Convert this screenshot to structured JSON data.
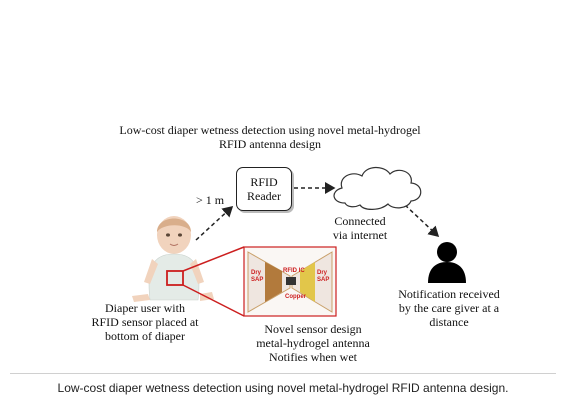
{
  "title": {
    "line1": "Low-cost diaper wetness detection using novel metal-hydrogel",
    "line2": "RFID antenna design"
  },
  "distance_label": "> 1 m",
  "reader": {
    "line1": "RFID",
    "line2": "Reader"
  },
  "connected": {
    "line1": "Connected",
    "line2": "via internet"
  },
  "user_text": {
    "line1": "Diaper user with",
    "line2": "RFID sensor placed at",
    "line3": "bottom of diaper"
  },
  "sensor_text": {
    "line1": "Novel sensor design",
    "line2": "metal-hydrogel antenna",
    "line3": "Notifies when wet"
  },
  "sensor_inset": {
    "dry_left_1": "Dry",
    "dry_left_2": "SAP",
    "rfid_ic": "RFID IC",
    "dry_right_1": "Dry",
    "dry_right_2": "SAP",
    "copper": "Copper"
  },
  "notification_text": {
    "line1": "Notification received",
    "line2": "by the care giver at a",
    "line3": "distance"
  },
  "caption": "Low-cost diaper wetness detection using novel metal-hydrogel RFID antenna design.",
  "colors": {
    "highlight": "#cc1f1f",
    "person": "#000000",
    "arrow": "#222222"
  },
  "icons": [
    "cloud-icon",
    "person-icon",
    "baby-photo",
    "antenna-photo"
  ]
}
